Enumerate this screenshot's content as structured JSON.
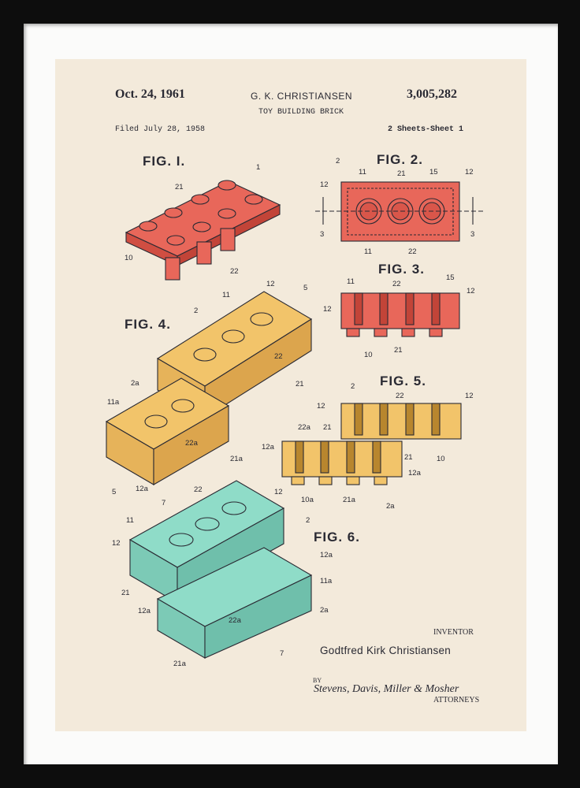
{
  "header": {
    "date": "Oct. 24, 1961",
    "inventor_short": "G. K. CHRISTIANSEN",
    "title": "TOY BUILDING BRICK",
    "patent_number": "3,005,282",
    "filed": "Filed July 28, 1958",
    "sheets": "2 Sheets-Sheet 1"
  },
  "figures": {
    "fig1": "FIG. I.",
    "fig2": "FIG. 2.",
    "fig3": "FIG. 3.",
    "fig4": "FIG. 4.",
    "fig5": "FIG. 5.",
    "fig6": "FIG. 6."
  },
  "callouts": {
    "fig1": [
      "1",
      "21",
      "10",
      "22"
    ],
    "fig2": [
      "2",
      "11",
      "21",
      "15",
      "12",
      "12",
      "3",
      "3",
      "11",
      "22"
    ],
    "fig3": [
      "11",
      "22",
      "15",
      "12",
      "12",
      "10",
      "21"
    ],
    "fig4": [
      "12",
      "5",
      "11",
      "2",
      "22",
      "21",
      "2a",
      "11a",
      "22a",
      "21a",
      "12a",
      "5"
    ],
    "fig5": [
      "2",
      "22",
      "12",
      "12",
      "22a",
      "21",
      "12a",
      "21",
      "10",
      "12a",
      "10a",
      "21a",
      "2a"
    ],
    "fig6": [
      "7",
      "22",
      "12",
      "11",
      "2",
      "12",
      "12a",
      "11a",
      "21",
      "12a",
      "22a",
      "2a",
      "7",
      "21a"
    ]
  },
  "colors": {
    "red": "#e8675a",
    "yellow": "#f2c46a",
    "teal": "#8fdcc8",
    "paper": "#f3eadb",
    "ink": "#2a2a33"
  },
  "signature": {
    "inventor_label": "INVENTOR",
    "inventor_name": "Godtfred Kirk Christiansen",
    "by": "BY",
    "attorneys_signature": "Stevens, Davis, Miller & Mosher",
    "attorneys_label": "ATTORNEYS"
  }
}
